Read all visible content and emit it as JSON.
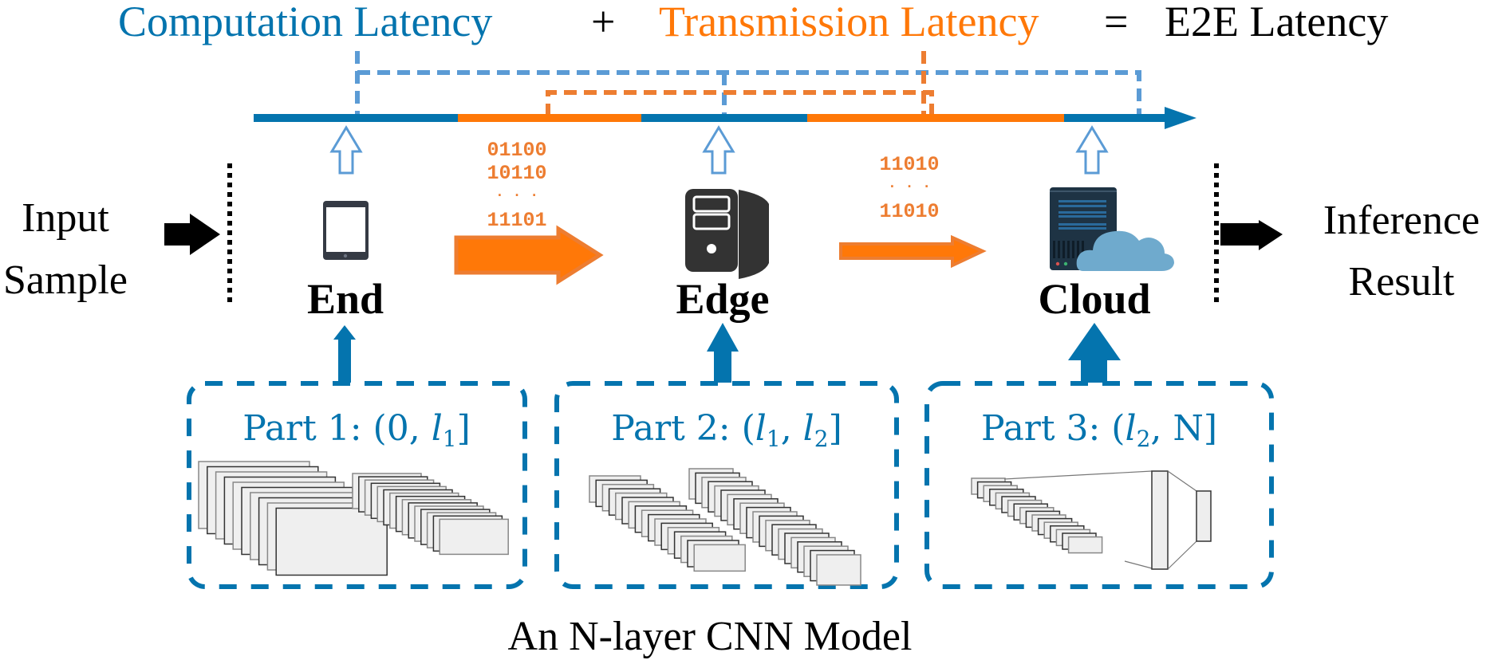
{
  "title": {
    "computation": "Computation Latency",
    "plus": "+",
    "transmission": "Transmission Latency",
    "equals": "=",
    "e2e": "E2E Latency"
  },
  "colors": {
    "computation_blue": "#0474AE",
    "light_blue": "#5B9BD5",
    "transmission_orange": "#FF7808",
    "dashed_orange": "#ED7D31",
    "black": "#000000",
    "device_dark": "#333333",
    "cloud_blue": "#6FAACD"
  },
  "input": {
    "line1": "Input",
    "line2": "Sample"
  },
  "output": {
    "line1": "Inference",
    "line2": "Result"
  },
  "nodes": [
    {
      "id": "end",
      "label": "End",
      "icon": "tablet-icon"
    },
    {
      "id": "edge",
      "label": "Edge",
      "icon": "server-tower-icon"
    },
    {
      "id": "cloud",
      "label": "Cloud",
      "icon": "cloud-server-icon"
    }
  ],
  "transmissions": [
    {
      "bits": [
        "01100",
        "10110",
        "· · ·",
        "11101"
      ]
    },
    {
      "bits": [
        "11010",
        "· · ·",
        "11010"
      ]
    }
  ],
  "timeline": {
    "segments": [
      {
        "type": "computation",
        "stage": "End"
      },
      {
        "type": "transmission",
        "stage": "End→Edge"
      },
      {
        "type": "computation",
        "stage": "Edge"
      },
      {
        "type": "transmission",
        "stage": "Edge→Cloud"
      },
      {
        "type": "computation",
        "stage": "Cloud"
      }
    ]
  },
  "parts": [
    {
      "prefix": "Part 1: (",
      "a": "0",
      "a_sub": "",
      "sep": ", ",
      "b": "l",
      "b_sub": "1",
      "suffix": "]"
    },
    {
      "prefix": "Part 2: (",
      "a": "l",
      "a_sub": "1",
      "sep": ", ",
      "b": "l",
      "b_sub": "2",
      "suffix": "]"
    },
    {
      "prefix": "Part 3: (",
      "a": "l",
      "a_sub": "2",
      "sep": ", ",
      "b": "N",
      "b_sub": "",
      "suffix": "]"
    }
  ],
  "caption": "An N-layer CNN Model"
}
